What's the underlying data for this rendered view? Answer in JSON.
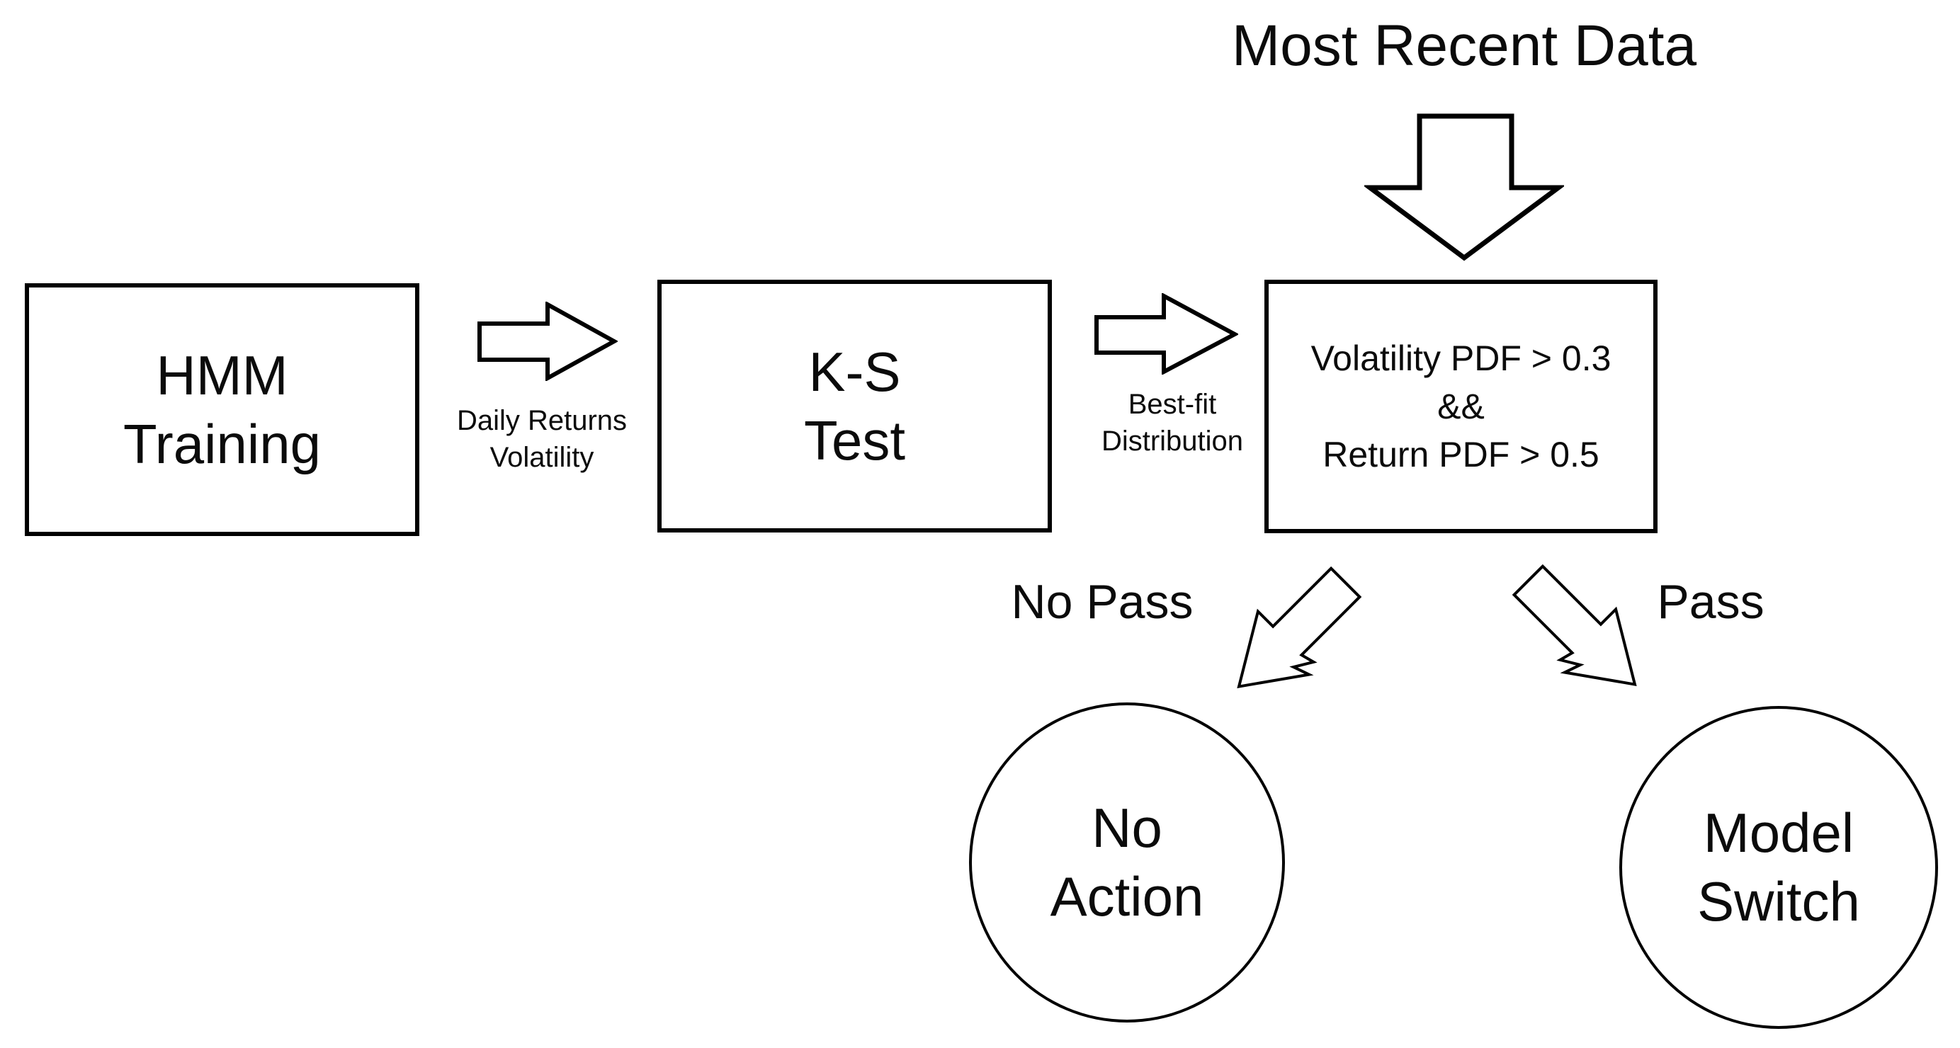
{
  "diagram": {
    "title": "Most Recent Data",
    "colors": {
      "background": "#ffffff",
      "ink": "#000000"
    },
    "nodes": {
      "hmm_training": {
        "line1": "HMM",
        "line2": "Training"
      },
      "ks_test": {
        "line1": "K-S",
        "line2": "Test"
      },
      "condition": {
        "line1": "Volatility PDF > 0.3",
        "line2": "&&",
        "line3": "Return PDF > 0.5"
      }
    },
    "edge_labels": {
      "daily_returns_volatility": {
        "line1": "Daily Returns",
        "line2": "Volatility"
      },
      "best_fit_distribution": {
        "line1": "Best-fit",
        "line2": "Distribution"
      },
      "no_pass": "No Pass",
      "pass": "Pass"
    },
    "terminals": {
      "no_action": {
        "line1": "No",
        "line2": "Action"
      },
      "model_switch": {
        "line1": "Model",
        "line2": "Switch"
      }
    }
  }
}
